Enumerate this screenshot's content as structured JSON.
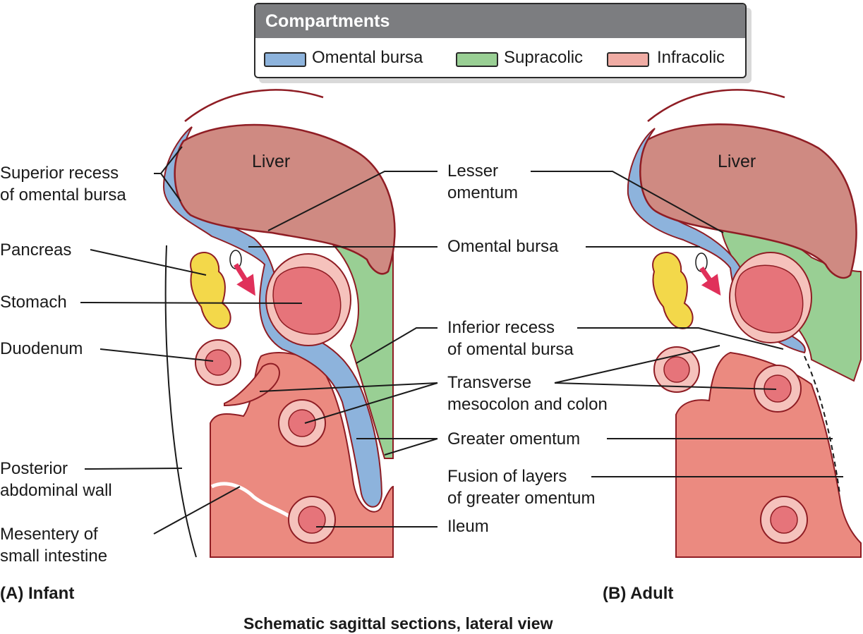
{
  "legend": {
    "title": "Compartments",
    "items": [
      {
        "label": "Omental bursa",
        "color": "#8db3dc"
      },
      {
        "label": "Supracolic",
        "color": "#99cf94"
      },
      {
        "label": "Infracolic",
        "color": "#f0aca4"
      }
    ]
  },
  "organs": {
    "liver": "Liver"
  },
  "left_labels": {
    "superior_recess": [
      "Superior recess",
      "of omental bursa"
    ],
    "pancreas": "Pancreas",
    "stomach": "Stomach",
    "duodenum": "Duodenum",
    "posterior_wall": [
      "Posterior",
      "abdominal wall"
    ],
    "mesentery": [
      "Mesentery of",
      "small intestine"
    ]
  },
  "center_labels": {
    "lesser_omentum": [
      "Lesser",
      "omentum"
    ],
    "omental_bursa": "Omental bursa",
    "inferior_recess": [
      "Inferior recess",
      "of omental bursa"
    ],
    "transverse_mesocolon": [
      "Transverse",
      "mesocolon and colon"
    ],
    "greater_omentum": "Greater omentum",
    "fusion": [
      "Fusion of layers",
      "of greater omentum"
    ],
    "ileum": "Ileum"
  },
  "panels": {
    "a": "(A) Infant",
    "b": "(B) Adult"
  },
  "caption": "Schematic sagittal sections, lateral view",
  "colors": {
    "liver": "#cf8a82",
    "peritoneum_line": "#8f1d24",
    "bursa": "#8db3dc",
    "supracolic": "#99cf94",
    "infracolic": "#eb8a80",
    "pancreas": "#f3d84a",
    "viscus_outer": "#f5c2bc",
    "viscus_inner": "#e6747a",
    "arrow": "#e0305a"
  }
}
